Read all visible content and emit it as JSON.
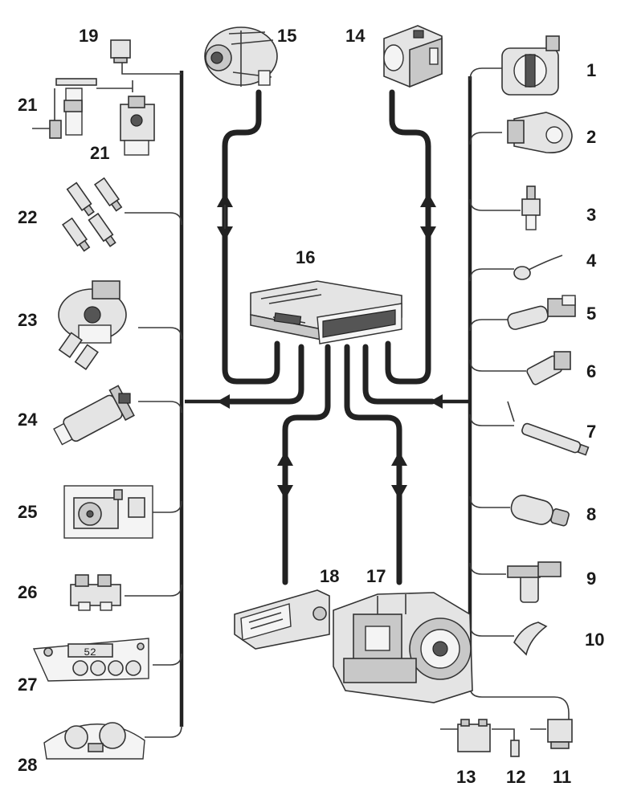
{
  "labels": {
    "n1": "1",
    "n2": "2",
    "n3": "3",
    "n4": "4",
    "n5": "5",
    "n6": "6",
    "n7": "7",
    "n8": "8",
    "n9": "9",
    "n10": "10",
    "n11": "11",
    "n12": "12",
    "n13": "13",
    "n14": "14",
    "n15": "15",
    "n16": "16",
    "n17": "17",
    "n18": "18",
    "n19": "19",
    "n21a": "21",
    "n21b": "21",
    "n22": "22",
    "n23": "23",
    "n24": "24",
    "n25": "25",
    "n26": "26",
    "n27": "27",
    "n28": "28"
  },
  "cluster_display": "52"
}
